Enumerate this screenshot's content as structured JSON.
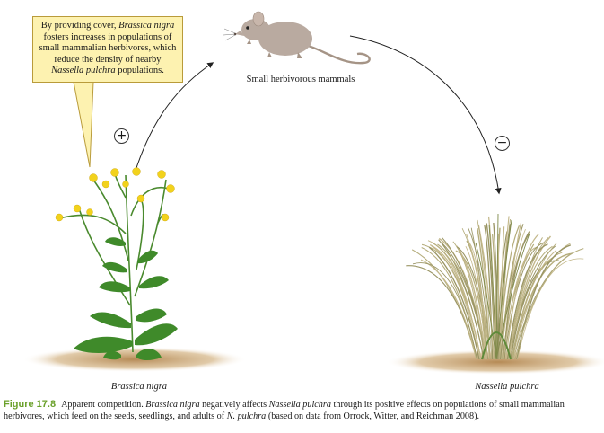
{
  "callout": {
    "line1": "By providing cover,",
    "line1_species": "Brassica nigra",
    "line2": "fosters increases in populations of small mammalian herbivores, which reduce the density of nearby",
    "line3_species": "Nassella pulchra",
    "line3": " populations."
  },
  "labels": {
    "mammals": "Small herbivorous mammals",
    "brassica": "Brassica nigra",
    "nassella": "Nassella pulchra"
  },
  "signs": {
    "positive": "+",
    "negative": "−"
  },
  "caption": {
    "figure_number": "Figure 17.8",
    "title": "Apparent competition.",
    "species_a": "Brassica nigra",
    "text_a": " negatively affects ",
    "species_b": "Nassella pulchra",
    "text_b": " through its positive effects on populations of small mammalian herbivores, which feed on the seeds, seedlings, and adults of ",
    "species_c": "N. pulchra",
    "text_c": " (based on data from Orrock, Witter, and Reichman 2008)."
  },
  "colors": {
    "callout_bg": "#fdf2b0",
    "figure_number": "#6aa02a",
    "soil": "#c9a77b",
    "leaf": "#3f8a2a",
    "flower": "#f2d21c",
    "grass": "#a9a36b",
    "mouse": "#b9aaa0"
  },
  "icons": [
    "mouse-illustration",
    "mustard-plant-illustration",
    "grass-tuft-illustration"
  ]
}
